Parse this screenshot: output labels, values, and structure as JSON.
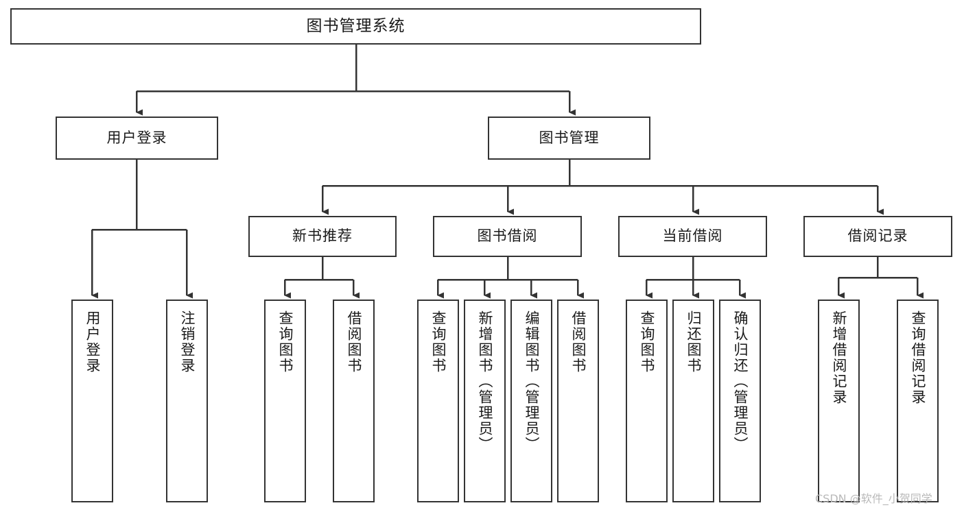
{
  "title": "图书管理系统",
  "watermark": "CSDN @软件_小贺同学",
  "colors": {
    "stroke": "#333333",
    "box_fill": "#ffffff",
    "text": "#1a1a1a",
    "watermark": "#b9b9b9",
    "background": "#ffffff"
  },
  "nodes": {
    "root": {
      "label": "图书管理系统"
    },
    "tier2": [
      {
        "id": "user-login",
        "label": "用户登录"
      },
      {
        "id": "book-management",
        "label": "图书管理"
      }
    ],
    "tier3": [
      {
        "id": "new-book-recommend",
        "label": "新书推荐"
      },
      {
        "id": "book-borrow",
        "label": "图书借阅"
      },
      {
        "id": "current-borrow",
        "label": "当前借阅"
      },
      {
        "id": "borrow-record",
        "label": "借阅记录"
      }
    ],
    "leaves": {
      "user_login": [
        {
          "id": "leaf-user-login",
          "label": "用户登录"
        },
        {
          "id": "leaf-logout-login",
          "label": "注销登录"
        }
      ],
      "new_book_recommend": [
        {
          "id": "leaf-query-book-1",
          "label": "查询图书"
        },
        {
          "id": "leaf-borrow-book-1",
          "label": "借阅图书"
        }
      ],
      "book_borrow": [
        {
          "id": "leaf-query-book-2",
          "label": "查询图书"
        },
        {
          "id": "leaf-add-book",
          "label": "新增图书（管理员）"
        },
        {
          "id": "leaf-edit-book",
          "label": "编辑图书（管理员）"
        },
        {
          "id": "leaf-borrow-book-2",
          "label": "借阅图书"
        }
      ],
      "current_borrow": [
        {
          "id": "leaf-query-book-3",
          "label": "查询图书"
        },
        {
          "id": "leaf-return-book",
          "label": "归还图书"
        },
        {
          "id": "leaf-confirm-return",
          "label": "确认归还（管理员）"
        }
      ],
      "borrow_record": [
        {
          "id": "leaf-add-borrow-record",
          "label": "新增借阅记录"
        },
        {
          "id": "leaf-query-borrow-record",
          "label": "查询借阅记录"
        }
      ]
    }
  },
  "chart_data": {
    "type": "tree-diagram",
    "title": "图书管理系统",
    "orientation": "top-down",
    "levels": 4,
    "tree": {
      "label": "图书管理系统",
      "children": [
        {
          "label": "用户登录",
          "children": [
            {
              "label": "用户登录",
              "children": []
            },
            {
              "label": "注销登录",
              "children": []
            }
          ]
        },
        {
          "label": "图书管理",
          "children": [
            {
              "label": "新书推荐",
              "children": [
                {
                  "label": "查询图书",
                  "children": []
                },
                {
                  "label": "借阅图书",
                  "children": []
                }
              ]
            },
            {
              "label": "图书借阅",
              "children": [
                {
                  "label": "查询图书",
                  "children": []
                },
                {
                  "label": "新增图书（管理员）",
                  "children": []
                },
                {
                  "label": "编辑图书（管理员）",
                  "children": []
                },
                {
                  "label": "借阅图书",
                  "children": []
                }
              ]
            },
            {
              "label": "当前借阅",
              "children": [
                {
                  "label": "查询图书",
                  "children": []
                },
                {
                  "label": "归还图书",
                  "children": []
                },
                {
                  "label": "确认归还（管理员）",
                  "children": []
                }
              ]
            },
            {
              "label": "借阅记录",
              "children": [
                {
                  "label": "新增借阅记录",
                  "children": []
                },
                {
                  "label": "查询借阅记录",
                  "children": []
                }
              ]
            }
          ]
        }
      ]
    }
  }
}
